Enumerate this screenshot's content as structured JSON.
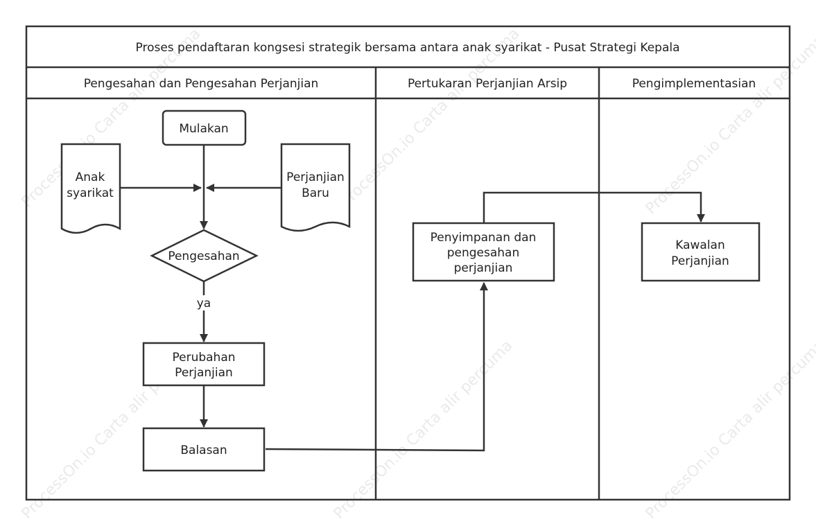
{
  "diagram": {
    "title": "Proses pendaftaran kongsesi strategik bersama antara anak syarikat - Pusat Strategi Kepala",
    "lanes": [
      {
        "id": "lane-1",
        "label": "Pengesahan dan Pengesahan Perjanjian"
      },
      {
        "id": "lane-2",
        "label": "Pertukaran Perjanjian Arsip"
      },
      {
        "id": "lane-3",
        "label": "Pengimplementasian"
      }
    ],
    "nodes": {
      "mulakan": {
        "lines": [
          "Mulakan"
        ]
      },
      "anak_syarikat": {
        "lines": [
          "Anak",
          "syarikat"
        ]
      },
      "perjanjian_baru": {
        "lines": [
          "Perjanjian",
          "Baru"
        ]
      },
      "pengesahan": {
        "lines": [
          "Pengesahan"
        ]
      },
      "perubahan": {
        "lines": [
          "Perubahan",
          "Perjanjian"
        ]
      },
      "balasan": {
        "lines": [
          "Balasan"
        ]
      },
      "penyimpanan": {
        "lines": [
          "Penyimpanan dan",
          "pengesahan",
          "perjanjian"
        ]
      },
      "kawalan": {
        "lines": [
          "Kawalan",
          "Perjanjian"
        ]
      }
    },
    "edge_labels": {
      "ya": "ya"
    },
    "watermarks": [
      "ProcessOn.io Carta alir percuma"
    ],
    "colors": {
      "stroke": "#333333",
      "text": "#222222",
      "background": "#ffffff"
    }
  }
}
